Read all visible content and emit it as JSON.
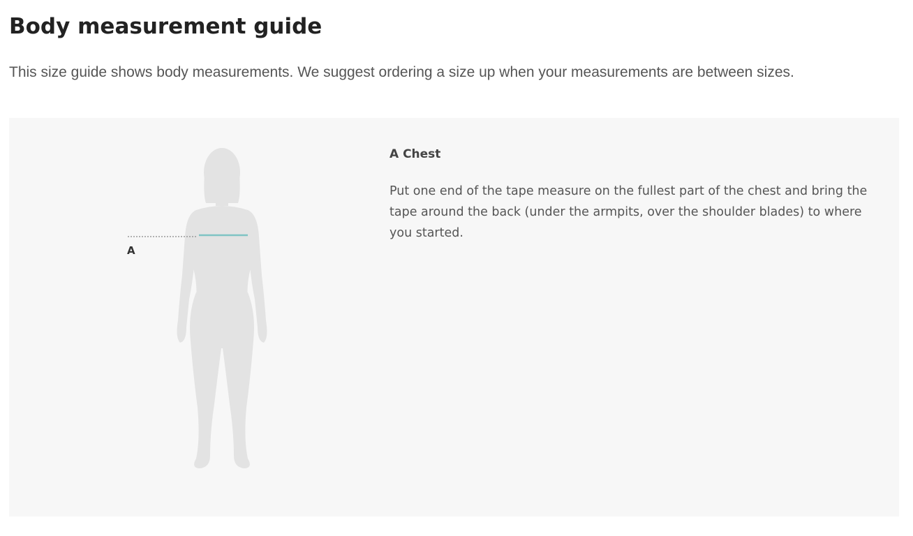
{
  "page": {
    "title": "Body measurement guide",
    "intro": "This size guide shows body measurements. We suggest ordering a size up when your measurements are between sizes."
  },
  "measurement": {
    "label": "A",
    "heading": "A Chest",
    "description": "Put one end of the tape measure on the fullest part of the chest and bring the tape around the back (under the armpits, over the shoulder blades) to where you started."
  },
  "colors": {
    "figure": "#e3e3e3",
    "tape_line": "#7fc4c4",
    "panel_bg": "#f7f7f7"
  },
  "icons": {
    "figure": "body-silhouette-icon"
  }
}
